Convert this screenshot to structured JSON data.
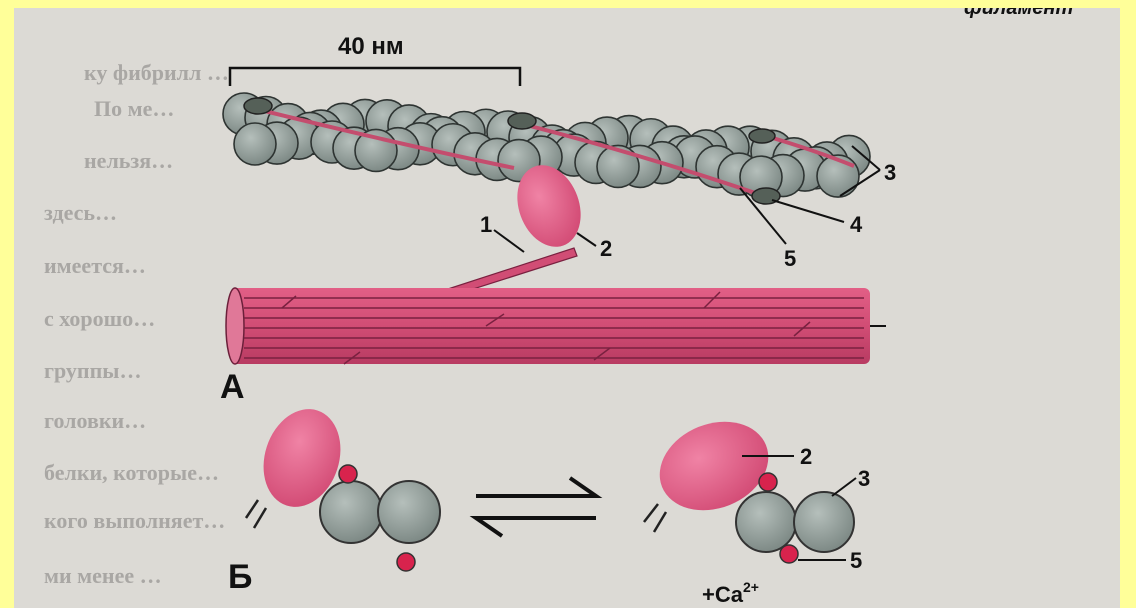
{
  "diagram": {
    "scale_label": "40 нм",
    "top_right_text": "филамент",
    "panel_labels": {
      "a": "А",
      "b": "Б"
    },
    "callouts": {
      "n1": "1",
      "n2": "2",
      "n3": "3",
      "n4": "4",
      "n5": "5",
      "b_n2": "2",
      "b_n3": "3",
      "b_n5": "5"
    },
    "calcium": {
      "base": "+Ca",
      "superscript": "2+"
    }
  },
  "colors": {
    "actin": "#8f9b97",
    "tropomyosin": "#c44d6e",
    "myosin": "#cd4b72",
    "myosin_head": "#e25c84",
    "troponin_dot": "#d8234d",
    "background": "#dcdad5",
    "frame": "#ffff99"
  },
  "background_text_lines": [
    "ку фибрилл …",
    "По ме…",
    "нельзя…",
    "здесь…",
    "имеется…",
    "с хорошо…",
    "группы…",
    "головки…",
    "белки, которые…",
    "кого выполняет…",
    "ми менее …"
  ]
}
